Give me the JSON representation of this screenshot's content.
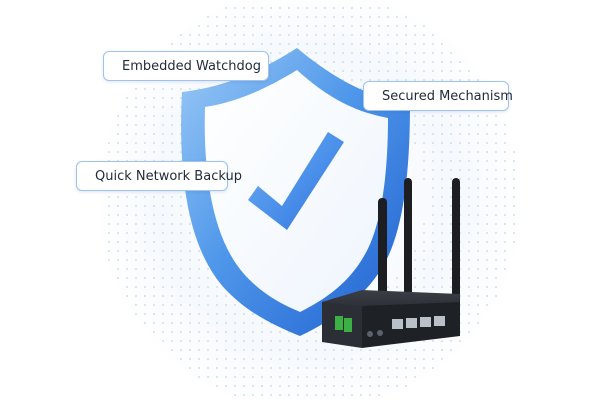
{
  "labels": {
    "watchdog": "Embedded Watchdog",
    "secured": "Secured Mechanism",
    "backup": "Quick Network Backup"
  },
  "icons": {
    "shield": "shield-checkmark-icon",
    "device": "industrial-router-device"
  },
  "colors": {
    "shield_light": "#7fb8f2",
    "shield_dark": "#2a6fd6",
    "check": "#3b86e8",
    "pill_border": "#9fc3ec",
    "device_body": "#1e2126",
    "port_green": "#3cb043"
  }
}
